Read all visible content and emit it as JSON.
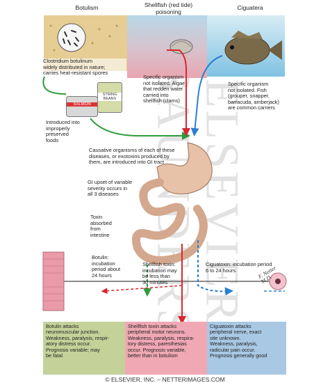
{
  "headers": {
    "botulism": "Botulism",
    "shellfish": "Shellfish (red tide)\npoisoning",
    "ciguatera": "Ciguatera"
  },
  "labels": {
    "clostridium": "Clostridium botulinum\nwidely distributed in nature;\ncarries heat-resistant spores",
    "shell_org": "Specific organism\nnot isolated. Algae\nthat redden water\ncarried into\nshellfish (clams)",
    "cigu_org": "Specific organism\nnot isolated. Fish\n(grouper, snapper,\nbarracuda, amberjack)\nare common carriers",
    "preserved": "Introduced into\nimproperly\npreserved\nfoods",
    "causative": "Causative organisms of each of these\ndiseases, or exotoxins produced by\nthem, are introduced into GI tract",
    "gi_upset": "GI upset of variable\nseverity occurs in\nall 3 diseases",
    "toxin_abs": "Toxin\nabsorbed\nfrom\nintestine",
    "botu_incub": "Botulin:\nincubation\nperiod about\n24 hours",
    "shell_incub": "Shellfish toxin:\nincubation may\nbe less than\n30 minutes",
    "cigu_incub": "Ciguatoxin: incubation period\n6 to 24 hours"
  },
  "cans": {
    "salmon": "SALMON",
    "beans": "STRING\nBEANS"
  },
  "bottom": {
    "botu": "Botulin attacks\nneuromuscular junction.\nWeakness, paralysis, respir-\natory distress occur.\nPrognosis variable; may\nbe fatal",
    "shell": "Shellfish toxin attacks\nperipheral motor neurons.\nWeakness, paralysis, respira-\ntory distress, paresthesias\noccur. Prognosis variable,\nbetter than in botulism",
    "cigu": "Ciguatoxin attacks\nperipheral nerve, exact\nsite unknown.\nWeakness, paralysis,\nradicular pain occur.\nPrognosis generally good"
  },
  "signature": "F. Netter\nM.D.",
  "watermark": {
    "left": "SAUNDERS",
    "right": "ELSEVIER"
  },
  "footer": "© ELSEVIER, INC. – NETTERIMAGES.COM",
  "colors": {
    "botulism_path": "#2e9b3a",
    "shellfish_path": "#d8262e",
    "ciguatera_path": "#2b7fcf",
    "botulism_box": "#c4d29a",
    "shellfish_box": "#f0a8b4",
    "ciguatera_box": "#a8c8e3"
  }
}
